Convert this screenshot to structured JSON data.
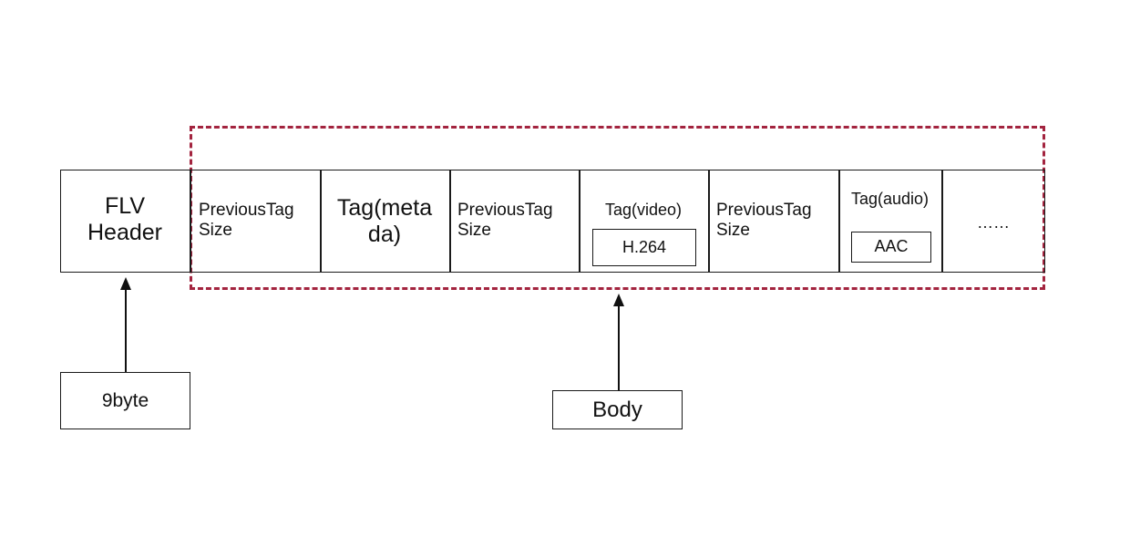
{
  "cells": {
    "flv_header": "FLV\nHeader",
    "prev_tag_size_1": "PreviousTag\nSize",
    "tag_meta": "Tag(meta\nda)",
    "prev_tag_size_2": "PreviousTag\nSize",
    "tag_video": "Tag(video)",
    "tag_video_inner": "H.264",
    "prev_tag_size_3": "PreviousTag\nSize",
    "tag_audio": "Tag(audio)",
    "tag_audio_inner": "AAC",
    "ellipsis": "……"
  },
  "labels": {
    "header_size": "9byte",
    "body": "Body"
  },
  "colors": {
    "body_region_border": "#a3243f",
    "line": "#111111"
  }
}
